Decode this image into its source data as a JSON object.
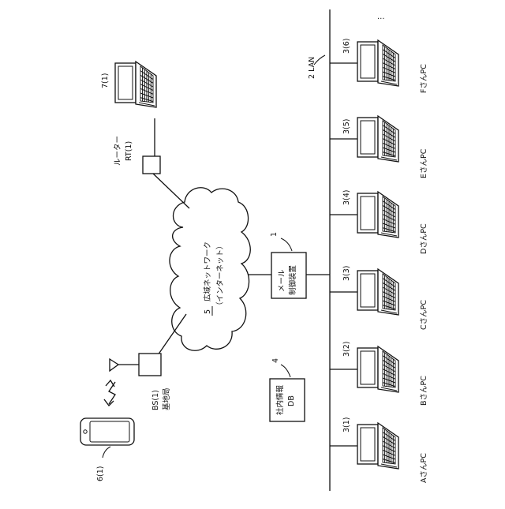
{
  "lan": {
    "label": "2 LAN"
  },
  "ellipsis": "…",
  "pcs": [
    {
      "id": "3(1)",
      "label": "AさんPC"
    },
    {
      "id": "3(2)",
      "label": "BさんPC"
    },
    {
      "id": "3(3)",
      "label": "CさんPC"
    },
    {
      "id": "3(4)",
      "label": "DさんPC"
    },
    {
      "id": "3(5)",
      "label": "EさんPC"
    },
    {
      "id": "3(6)",
      "label": "FさんPC"
    }
  ],
  "mail_controller": {
    "line1": "メール",
    "line2": "制御装置",
    "ref": "1"
  },
  "db": {
    "line1": "社内情報",
    "line2": "DB",
    "ref": "4"
  },
  "network": {
    "ref": "5",
    "line1": "広域ネットワーク",
    "line2": "（インターネット）"
  },
  "router": {
    "line1": "ルーター",
    "line2": "RT(1)"
  },
  "laptop7": {
    "id": "7(1)"
  },
  "base_station": {
    "line1": "BS(1)",
    "line2": "基地局"
  },
  "phone": {
    "id": "6(1)"
  }
}
